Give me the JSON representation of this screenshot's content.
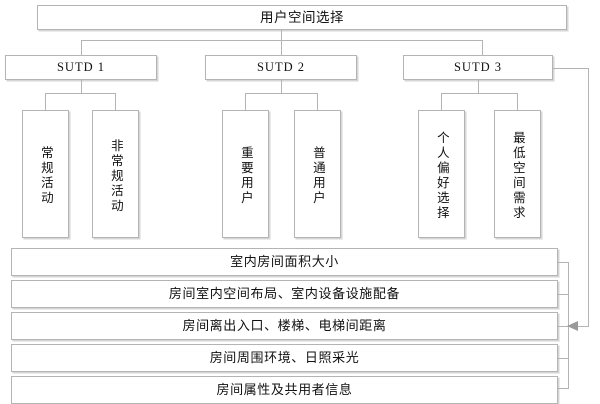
{
  "diagram": {
    "title": "用户空间选择",
    "type": "hierarchy-tree",
    "colors": {
      "box_border": "#b4b4b4",
      "box_fill": "#ffffff",
      "connector": "#b4b4b4",
      "arrow": "#9a9a9a",
      "text": "#111111"
    },
    "root": {
      "label": "用户空间选择"
    },
    "branches": [
      {
        "label": "SUTD 1"
      },
      {
        "label": "SUTD 2"
      },
      {
        "label": "SUTD 3"
      }
    ],
    "leaves": [
      {
        "label": "常规活动",
        "parent": "SUTD 1"
      },
      {
        "label": "非常规活动",
        "parent": "SUTD 1"
      },
      {
        "label": "重要用户",
        "parent": "SUTD 2"
      },
      {
        "label": "普通用户",
        "parent": "SUTD 2"
      },
      {
        "label": "个人偏好选择",
        "parent": "SUTD 3"
      },
      {
        "label": "最低空间需求",
        "parent": "SUTD 3"
      }
    ],
    "attribute_bars": [
      {
        "label": "室内房间面积大小"
      },
      {
        "label": "房间室内空间布局、室内设备设施配备"
      },
      {
        "label": "房间离出入口、楼梯、电梯间距离"
      },
      {
        "label": "房间周围环境、日照采光"
      },
      {
        "label": "房间属性及共用者信息"
      }
    ]
  }
}
